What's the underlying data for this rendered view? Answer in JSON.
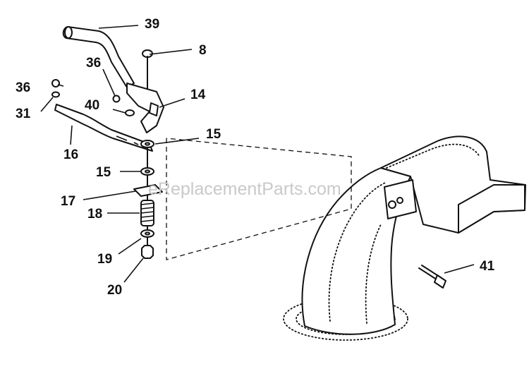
{
  "watermark": "eReplacementParts.com",
  "callouts": [
    {
      "id": "39",
      "label": "39"
    },
    {
      "id": "8",
      "label": "8"
    },
    {
      "id": "36a",
      "label": "36"
    },
    {
      "id": "36b",
      "label": "36"
    },
    {
      "id": "40",
      "label": "40"
    },
    {
      "id": "14",
      "label": "14"
    },
    {
      "id": "31",
      "label": "31"
    },
    {
      "id": "16",
      "label": "16"
    },
    {
      "id": "15a",
      "label": "15"
    },
    {
      "id": "15b",
      "label": "15"
    },
    {
      "id": "17",
      "label": "17"
    },
    {
      "id": "18",
      "label": "18"
    },
    {
      "id": "19",
      "label": "19"
    },
    {
      "id": "20",
      "label": "20"
    },
    {
      "id": "41",
      "label": "41"
    }
  ]
}
